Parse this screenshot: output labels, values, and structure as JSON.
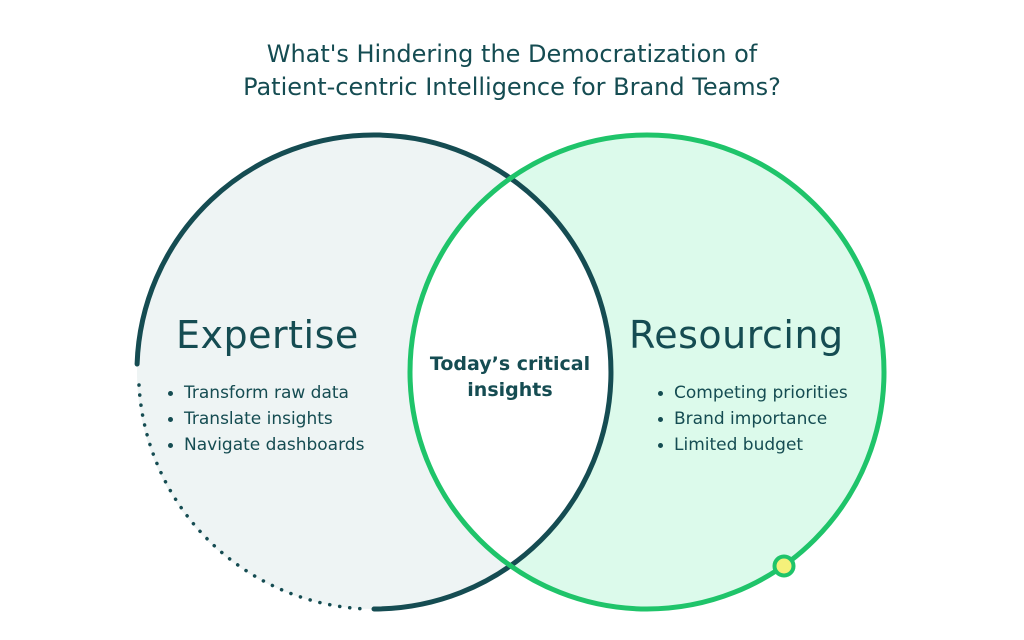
{
  "title": {
    "line1": "What's Hindering the Democratization of",
    "line2": "Patient-centric Intelligence for Brand Teams?"
  },
  "left": {
    "heading": "Expertise",
    "items": [
      "Transform raw data",
      "Translate insights",
      "Navigate dashboards"
    ]
  },
  "center": {
    "label": "Today’s critical insights"
  },
  "right": {
    "heading": "Resourcing",
    "items": [
      "Competing priorities",
      "Brand importance",
      "Limited budget"
    ]
  },
  "colors": {
    "dark_teal": "#154c52",
    "green": "#1fc46a",
    "left_fill": "#eef4f4",
    "right_fill": "#dcfaeb",
    "dot_yellow": "#f5f07a"
  }
}
